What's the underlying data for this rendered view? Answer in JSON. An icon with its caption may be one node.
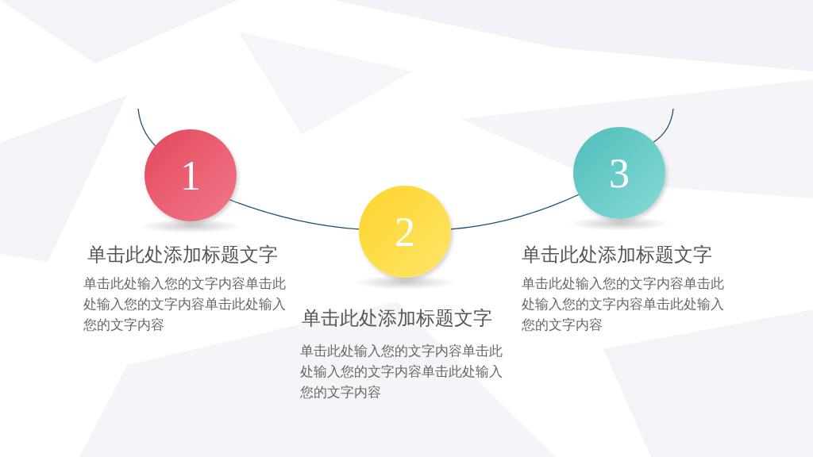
{
  "diagram": {
    "nodes": [
      {
        "text": [
          "1"
        ],
        "beside": [
          "单击此处添加标题文字",
          "单击此处输入您的文字内容单击此处输入您的文字内容单击此处输入您的文字内容"
        ]
      },
      {
        "text": [
          "2"
        ],
        "beside": [
          "单击此处添加标题文字",
          "单击此处输入您的文字内容单击此处输入您的文字内容单击此处输入您的文字内容"
        ]
      },
      {
        "text": [
          "3"
        ],
        "beside": [
          "单击此处添加标题文字",
          "单击此处输入您的文字内容单击此处输入您的文字内容单击此处输入您的文字内容"
        ]
      }
    ],
    "edges": [
      {
        "from": null,
        "to": 0,
        "arrow": "none"
      },
      {
        "from": 0,
        "to": 1,
        "arrow": "none"
      },
      {
        "from": 1,
        "to": 2,
        "arrow": "none"
      },
      {
        "from": 2,
        "to": null,
        "arrow": "none"
      }
    ]
  }
}
